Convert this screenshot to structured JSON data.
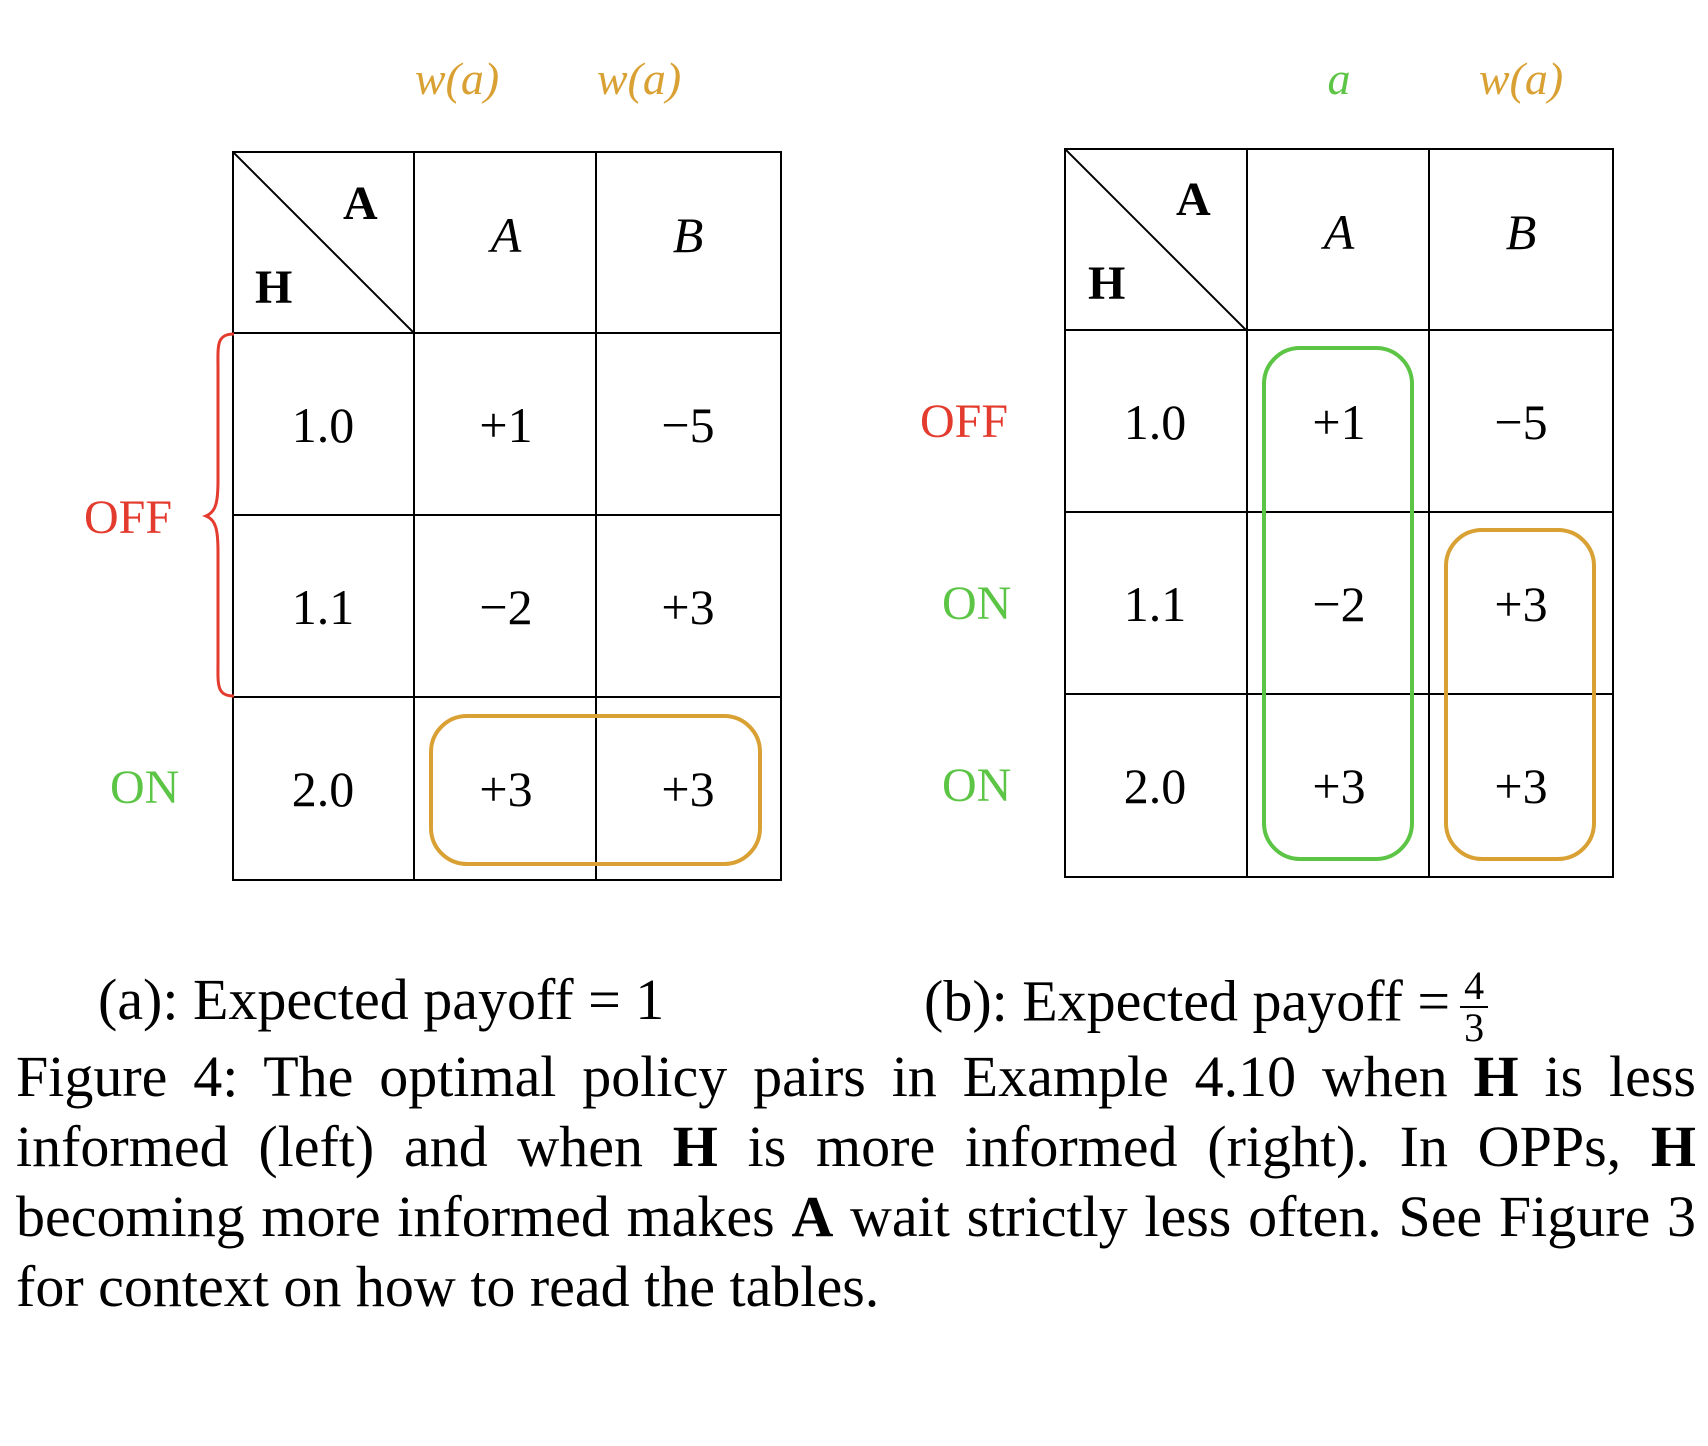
{
  "panel_a": {
    "col_labels": [
      "w(a)",
      "w(a)"
    ],
    "corner_top": "A",
    "corner_bottom": "H",
    "headers": [
      "A",
      "B"
    ],
    "rows": [
      {
        "label": "",
        "h": "1.0",
        "a": "+1",
        "b": "−5"
      },
      {
        "label": "",
        "h": "1.1",
        "a": "−2",
        "b": "+3"
      },
      {
        "label": "ON",
        "h": "2.0",
        "a": "+3",
        "b": "+3"
      }
    ],
    "brace_label": "OFF",
    "subcaption": "(a): Expected payoff = 1"
  },
  "panel_b": {
    "col_labels": [
      "a",
      "w(a)"
    ],
    "corner_top": "A",
    "corner_bottom": "H",
    "headers": [
      "A",
      "B"
    ],
    "rows": [
      {
        "label": "OFF",
        "h": "1.0",
        "a": "+1",
        "b": "−5"
      },
      {
        "label": "ON",
        "h": "1.1",
        "a": "−2",
        "b": "+3"
      },
      {
        "label": "ON",
        "h": "2.0",
        "a": "+3",
        "b": "+3"
      }
    ],
    "subcaption_prefix": "(b): Expected payoff =",
    "frac_num": "4",
    "frac_den": "3"
  },
  "caption": {
    "t1": "Figure 4: The optimal policy pairs in Example 4.10 when ",
    "b1": "H",
    "t2": " is less informed (left) and when ",
    "b2": "H",
    "t3": " is more informed (right). In OPPs, ",
    "b3": "H",
    "t4": " becoming more informed makes ",
    "b4": "A",
    "t5": " wait strictly less often. See Figure 3 for context on how to read the tables."
  },
  "colors": {
    "orange": "#d9a134",
    "green": "#5cc545",
    "red": "#e33b2e"
  }
}
